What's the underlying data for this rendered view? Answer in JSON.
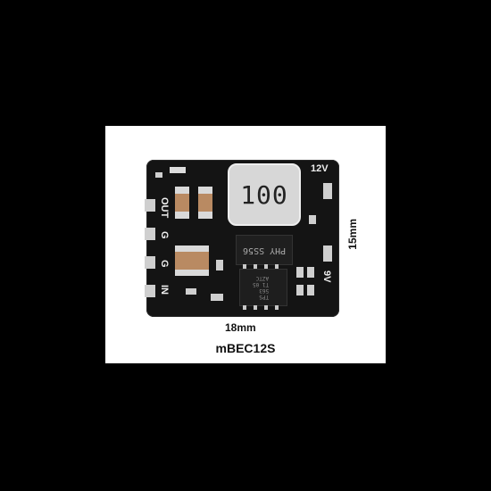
{
  "inductor": {
    "label": "100"
  },
  "chip": {
    "marking": "PHY SS56",
    "small": "TPS\n563\nT1 05\nAZTC"
  },
  "silkscreen": {
    "voltage_top": "12V",
    "voltage_side": "9V",
    "pins": [
      "OUT",
      "G",
      "G",
      "IN"
    ]
  },
  "dimensions": {
    "width": "18mm",
    "height": "15mm"
  },
  "product_name": "mBEC12S"
}
